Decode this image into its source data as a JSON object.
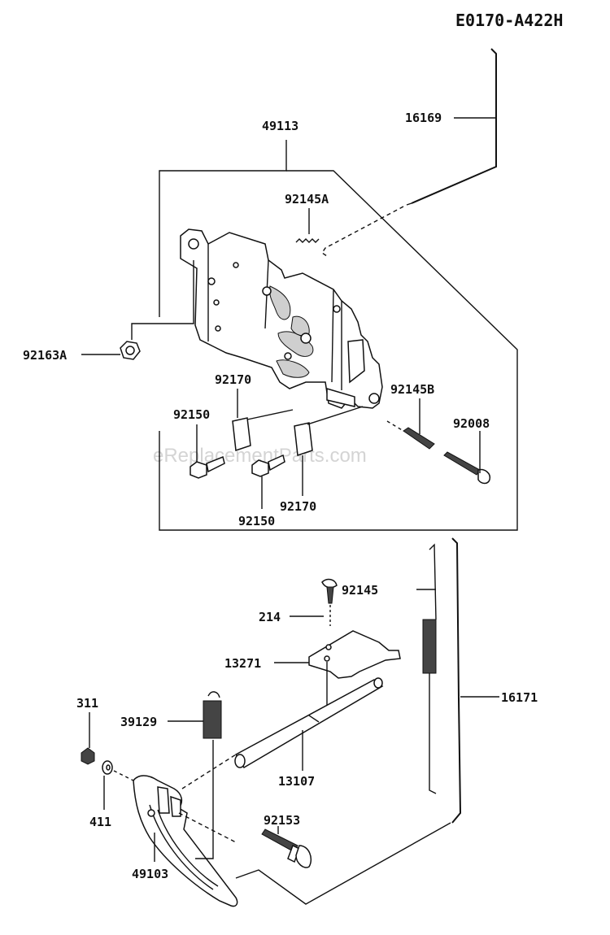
{
  "diagram_code": "E0170-A422H",
  "watermark": "eReplacementParts.com",
  "parts": {
    "p16169": "16169",
    "p49113": "49113",
    "p92145A": "92145A",
    "p92163A": "92163A",
    "p92170a": "92170",
    "p92150a": "92150",
    "p92145B": "92145B",
    "p92008": "92008",
    "p92170b": "92170",
    "p92150b": "92150",
    "p92145": "92145",
    "p214": "214",
    "p13271": "13271",
    "p311": "311",
    "p39129": "39129",
    "p16171": "16171",
    "p13107": "13107",
    "p411": "411",
    "p92153": "92153",
    "p49103": "49103"
  }
}
